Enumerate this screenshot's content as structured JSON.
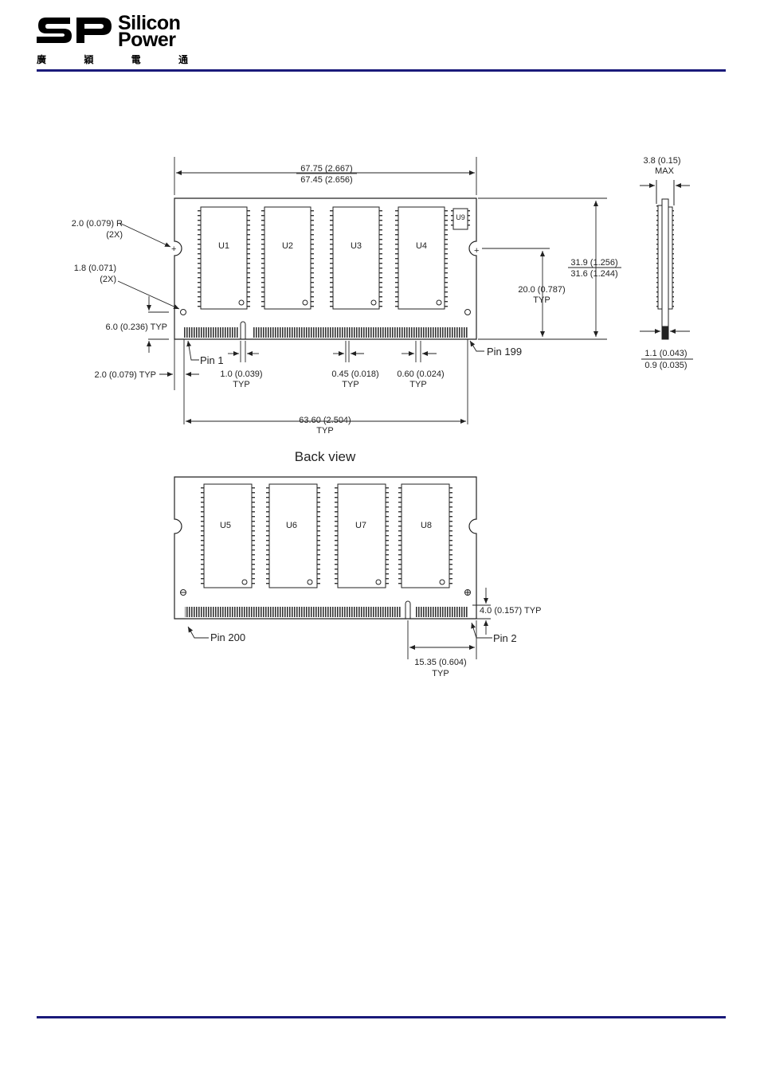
{
  "header": {
    "brand_line1": "Silicon",
    "brand_line2": "Power",
    "chinese_chars": [
      "廣",
      "穎",
      "電",
      "通"
    ],
    "rule_color": "#1a1a7a"
  },
  "front": {
    "chips": [
      "U1",
      "U2",
      "U3",
      "U4"
    ],
    "small_chip": "U9",
    "dims": {
      "width_max": "67.75 (2.667)",
      "width_min": "67.45 (2.656)",
      "notch_r": "2.0 (0.079) R",
      "notch_r_qty": "(2X)",
      "hole_d": "1.8 (0.071)",
      "hole_qty": "(2X)",
      "hole_offset": "6.0 (0.236) TYP",
      "edge_offset": "2.0 (0.079) TYP",
      "pin1": "Pin 1",
      "pin199": "Pin 199",
      "key_width": "1.0 (0.039)",
      "key_width_typ": "TYP",
      "pin_width": "0.45 (0.018)",
      "pin_width_typ": "TYP",
      "pin_pitch": "0.60 (0.024)",
      "pin_pitch_typ": "TYP",
      "contact_span": "63.60 (2.504)",
      "contact_span_typ": "TYP",
      "notch_height": "20.0 (0.787)",
      "notch_height_typ": "TYP",
      "height_max": "31.9 (1.256)",
      "height_min": "31.6 (1.244)"
    }
  },
  "side": {
    "thickness": "3.8 (0.15)",
    "thickness_max": "MAX",
    "pcb_max": "1.1 (0.043)",
    "pcb_min": "0.9 (0.035)"
  },
  "back": {
    "title": "Back view",
    "chips": [
      "U5",
      "U6",
      "U7",
      "U8"
    ],
    "pin200": "Pin 200",
    "pin2": "Pin 2",
    "hole_offset": "4.0 (0.157) TYP",
    "key_offset": "15.35 (0.604)",
    "key_offset_typ": "TYP"
  }
}
